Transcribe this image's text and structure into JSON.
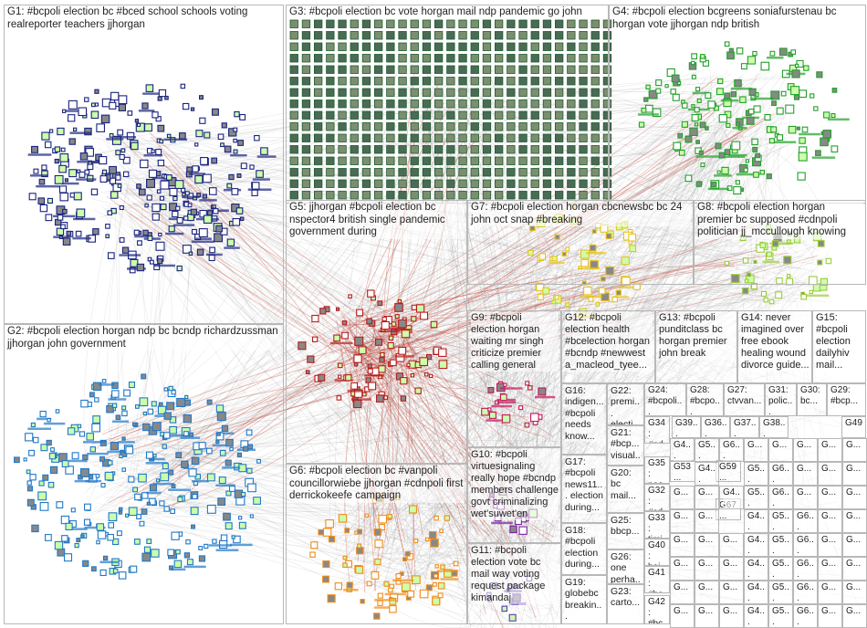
{
  "groups": [
    {
      "id": "G1",
      "label": "G1: #bcpoli election bc #bced school schools voting realreporter teachers jjhorgan",
      "color": "#1a237e"
    },
    {
      "id": "G2",
      "label": "G2: #bcpoli election horgan ndp bc bcndp richardzussman jjhorgan john government",
      "color": "#1f78c8"
    },
    {
      "id": "G3",
      "label": "G3: #bcpoli election bc vote horgan mail ndp pandemic go john",
      "color": "#2e7d4f"
    },
    {
      "id": "G4",
      "label": "G4: #bcpoli election bcgreens soniafurstenau bc horgan vote jjhorgan ndp british",
      "color": "#22a02a"
    },
    {
      "id": "G5",
      "label": "G5: jjhorgan #bcpoli election bc nspector4 british single pandemic government during",
      "color": "#b71c1c"
    },
    {
      "id": "G6",
      "label": "G6: #bcpoli election bc #vanpoli councillorwiebe jjhorgan #cdnpoli first derrickokeefe campaign",
      "color": "#ef8c1a"
    },
    {
      "id": "G7",
      "label": "G7: #bcpoli election horgan cbcnewsbc bc 24 john oct snap #breaking",
      "color": "#e8c21a"
    },
    {
      "id": "G8",
      "label": "G8: #bcpoli election horgan premier bc supposed #cdnpoli politician jj_mccullough knowing",
      "color": "#9ccc3a"
    },
    {
      "id": "G9",
      "label": "G9: #bcpoli election horgan waiting mr singh criticize premier calling general",
      "color": "#c2185b"
    },
    {
      "id": "G10",
      "label": "G10: #bcpoli virtuesignaling really hope #bcndp members challenge govt criminalizing wet'suwet'en",
      "color": "#7b1fa2"
    },
    {
      "id": "G11",
      "label": "G11: #bcpoli election vote bc mail way voting request package kimandaj",
      "color": "#5e35b1"
    },
    {
      "id": "G12",
      "label": "G12: #bcpoli election health #bcelection horgan #bcndp #newwest a_macleod_tyee...",
      "color": "#8e24aa"
    },
    {
      "id": "G13",
      "label": "G13: #bcpoli punditclass bc horgan premier john break",
      "color": "#455a64"
    },
    {
      "id": "G14",
      "label": "G14: never imagined over free ebook healing wound divorce guide...",
      "color": "#6d4c41"
    },
    {
      "id": "G15",
      "label": "G15: #bcpoli election dailyhiv mail...",
      "color": "#00897b"
    },
    {
      "id": "G16",
      "label": "G16: indigen... #bcpoli needs know...",
      "color": "#558b2f"
    },
    {
      "id": "G17",
      "label": "G17: #bcpoli news11... election during...",
      "color": "#ad1457"
    },
    {
      "id": "G18",
      "label": "G18: #bcpoli election during...",
      "color": "#6a1b9a"
    },
    {
      "id": "G19",
      "label": "G19: globebc breakin...",
      "color": "#4527a0"
    },
    {
      "id": "G20",
      "label": "G20: bc mail...",
      "color": "#283593"
    },
    {
      "id": "G21",
      "label": "G21: #bcp... visual...",
      "color": "#1565c0"
    },
    {
      "id": "G22",
      "label": "G22: premi... electi... during...",
      "color": "#0277bd"
    },
    {
      "id": "G23",
      "label": "G23: carto...",
      "color": "#00838f"
    },
    {
      "id": "G24",
      "label": "G24: #bcpoli...",
      "color": "#2e7d32"
    },
    {
      "id": "G25",
      "label": "G25: bbcp...",
      "color": "#9e9d24"
    },
    {
      "id": "G26",
      "label": "G26: one perha...",
      "color": "#f9a825"
    },
    {
      "id": "G27",
      "label": "G27: ctvvan...",
      "color": "#ff8f00"
    },
    {
      "id": "G28",
      "label": "G28: #bcpo...",
      "color": "#ef6c00"
    },
    {
      "id": "G29",
      "label": "G29: #bcp...",
      "color": "#d84315"
    },
    {
      "id": "G30",
      "label": "G30: bc...",
      "color": "#4e342e"
    },
    {
      "id": "G31",
      "label": "G31: polic...",
      "color": "#37474f"
    },
    {
      "id": "G32",
      "label": "G32: #cd...",
      "color": "#c62828"
    },
    {
      "id": "G33",
      "label": "G33: timi...",
      "color": "#ad1457"
    },
    {
      "id": "G34",
      "label": "G34: #ndp...",
      "color": "#6a1b9a"
    },
    {
      "id": "G35",
      "label": "G35: peo...",
      "color": "#4527a0"
    },
    {
      "id": "G36",
      "label": "G36...",
      "color": "#283593"
    },
    {
      "id": "G37",
      "label": "G37...",
      "color": "#1565c0"
    },
    {
      "id": "G38",
      "label": "G38...",
      "color": "#0277bd"
    },
    {
      "id": "G39",
      "label": "G39...",
      "color": "#00838f"
    },
    {
      "id": "G40",
      "label": "G40: bei...",
      "color": "#2e7d32"
    },
    {
      "id": "G41",
      "label": "G41: #bc...",
      "color": "#558b2f"
    },
    {
      "id": "G42",
      "label": "G42: #bc...",
      "color": "#9e9d24"
    },
    {
      "id": "G49",
      "label": "G49",
      "color": "#f9a825"
    },
    {
      "id": "G53",
      "label": "G53...",
      "color": "#ef6c00"
    },
    {
      "id": "G59",
      "label": "G59...",
      "color": "#d84315"
    },
    {
      "id": "G67",
      "label": "G67...",
      "color": "#4e342e"
    }
  ],
  "small_tile_labels": [
    "G4...",
    "G5...",
    "G6...",
    "G...",
    "G...",
    "G...",
    "G...",
    "G..."
  ]
}
